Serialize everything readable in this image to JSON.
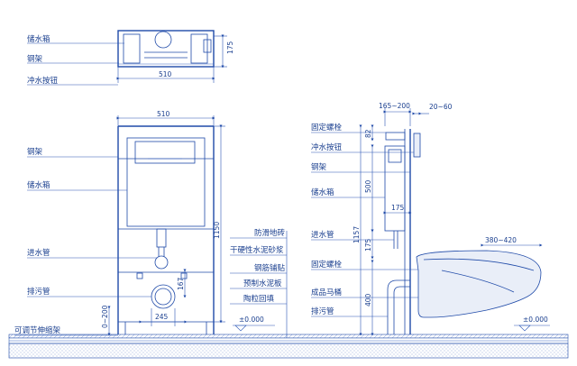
{
  "labels": {
    "top_tank": "储水箱",
    "top_frame": "钢架",
    "top_flush": "冲水按钮",
    "front_frame": "钢架",
    "front_tank": "储水箱",
    "front_inlet": "进水管",
    "front_drain": "排污管",
    "front_adj": "可调节伸缩架",
    "layer_1": "防滑地砖",
    "layer_2": "干硬性水泥砂浆",
    "layer_3": "钢筋铺贴",
    "layer_4": "预制水泥板",
    "layer_5": "陶粒回填",
    "side_bolt_top": "固定螺栓",
    "side_flush": "冲水按钮",
    "side_frame": "钢架",
    "side_tank": "储水箱",
    "side_inlet": "进水管",
    "side_bolt_low": "固定螺栓",
    "side_toilet": "成品马桶",
    "side_drain": "排污管"
  },
  "dims": {
    "top_width": "510",
    "top_depth": "175",
    "front_width": "510",
    "front_height": "1150",
    "drain_width": "245",
    "drain_h": "167",
    "adj_range": "0~200",
    "side_top_range": "165~200",
    "side_gap": "20~60",
    "side_82": "82",
    "side_500": "500",
    "side_175": "175",
    "side_1157": "1157",
    "side_175v": "175",
    "side_400": "400",
    "toilet_len": "380~420",
    "level_left": "±0.000",
    "level_right": "±0.000"
  },
  "colors": {
    "line": "#1f4aa8",
    "text": "#1a3f8f",
    "floor_fill": "#e9eef8"
  }
}
